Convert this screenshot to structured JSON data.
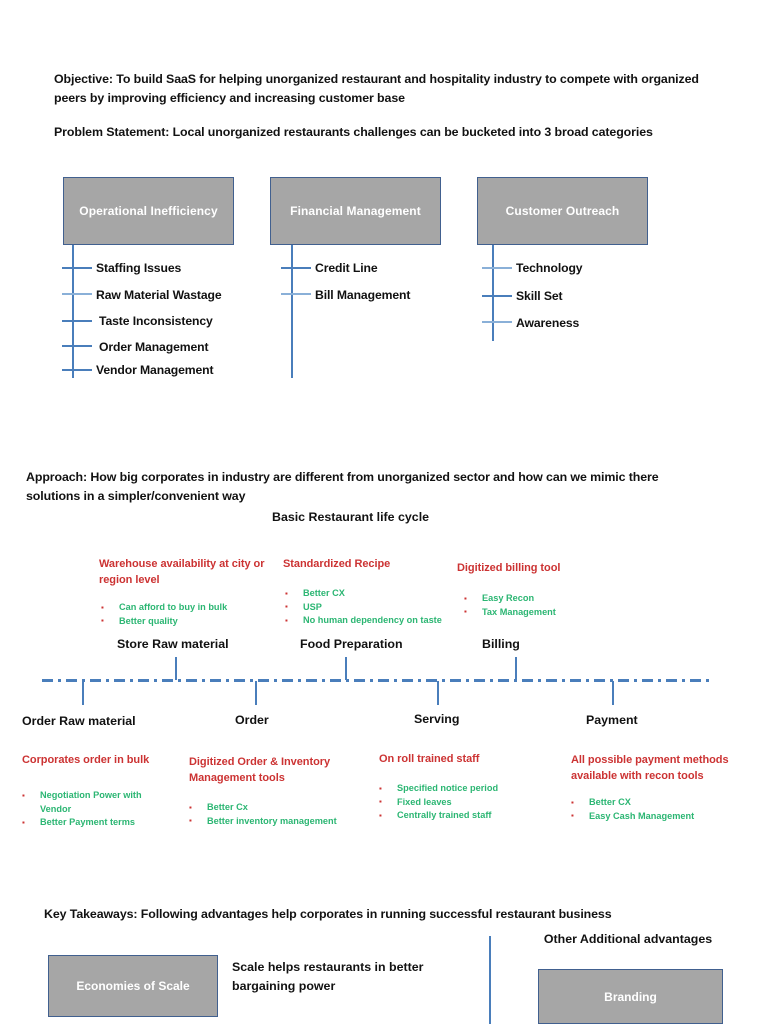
{
  "objective": {
    "lead": "Objective:",
    "body": " To build SaaS for helping unorganized restaurant and hospitality industry to compete with organized peers by improving efficiency and increasing customer base"
  },
  "problem_statement": {
    "lead": "Problem Statement:",
    "body": " Local unorganized restaurants challenges can be bucketed into 3 broad categories"
  },
  "categories": [
    {
      "title": "Operational Inefficiency",
      "items": [
        "Staffing Issues",
        "Raw Material Wastage",
        "Taste Inconsistency",
        "Order Management",
        "Vendor Management"
      ]
    },
    {
      "title": "Financial Management",
      "items": [
        "Credit Line",
        "Bill Management"
      ]
    },
    {
      "title": "Customer Outreach",
      "items": [
        "Technology",
        "Skill Set",
        "Awareness"
      ]
    }
  ],
  "approach": {
    "lead": "Approach:",
    "body": " How big corporates in industry are different from unorganized sector and how can we mimic there solutions in a simpler/convenient way",
    "lifecycle_title": "Basic Restaurant life cycle"
  },
  "lifecycle": {
    "above": [
      {
        "stage": "Store Raw material",
        "heading": "Warehouse availability at city or region level",
        "bullets": [
          "Can afford to buy in bulk",
          "Better quality"
        ]
      },
      {
        "stage": "Food Preparation",
        "heading": "Standardized Recipe",
        "bullets": [
          "Better CX",
          "USP",
          "No human dependency on taste"
        ]
      },
      {
        "stage": "Billing",
        "heading": "Digitized billing tool",
        "bullets": [
          "Easy Recon",
          "Tax Management"
        ]
      }
    ],
    "below": [
      {
        "stage": "Order Raw material",
        "heading": "Corporates order in bulk",
        "bullets": [
          "Negotiation Power with Vendor",
          "Better Payment terms"
        ]
      },
      {
        "stage": "Order",
        "heading": "Digitized Order & Inventory Management tools",
        "bullets": [
          "Better Cx",
          "Better inventory management"
        ]
      },
      {
        "stage": "Serving",
        "heading": "On roll trained staff",
        "bullets": [
          "Specified notice period",
          "Fixed leaves",
          "Centrally trained staff"
        ]
      },
      {
        "stage": "Payment",
        "heading": "All possible payment methods available with recon tools",
        "bullets": [
          "Better CX",
          "Easy Cash Management"
        ]
      }
    ]
  },
  "key_takeaways": {
    "lead": "Key Takeaways:",
    "body": " Following advantages help corporates in running successful restaurant business",
    "left_box": "Economies of Scale",
    "left_text": "Scale helps restaurants in better bargaining power",
    "right_title": "Other Additional advantages",
    "right_box": "Branding"
  },
  "colors": {
    "box_fill": "#a6a6a6",
    "box_border": "#41608f",
    "line_blue": "#4a7ebb",
    "heading_red": "#cc3333",
    "bullet_green": "#2cb673",
    "text_black": "#121212"
  }
}
